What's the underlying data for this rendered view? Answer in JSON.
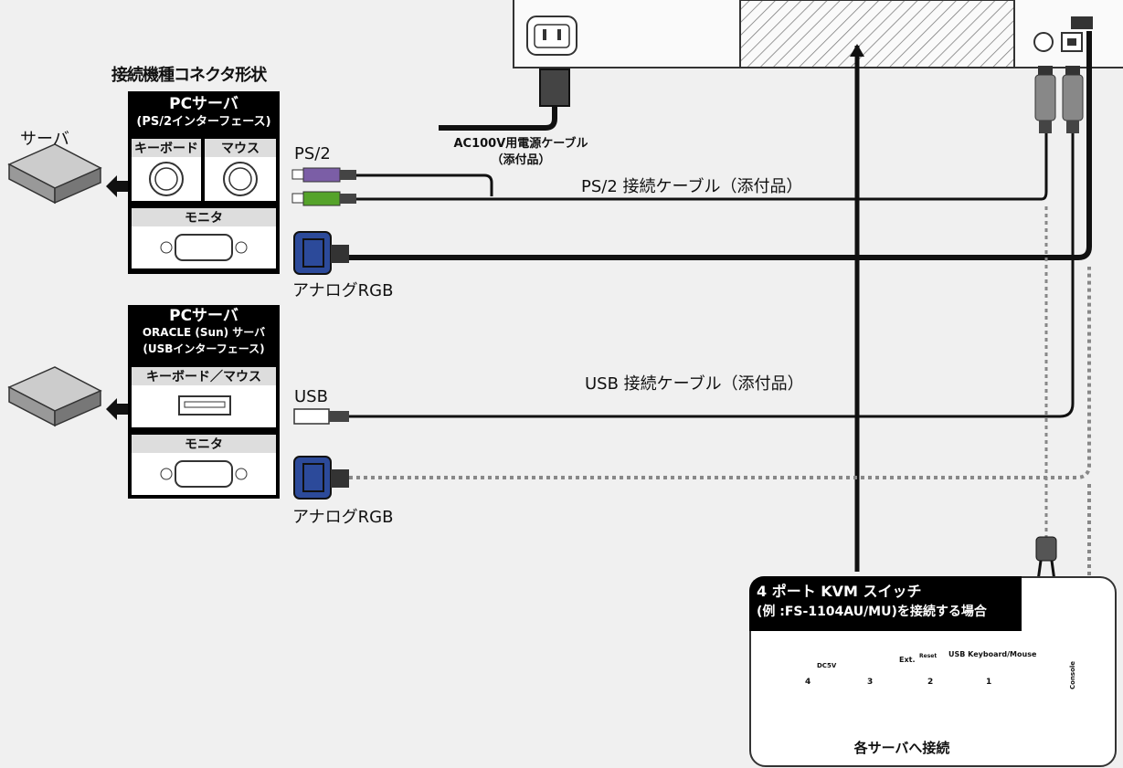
{
  "header": {
    "connector_title": "接続機種コネクタ形状"
  },
  "server_label": "サーバ",
  "panel_ps2": {
    "title_line1": "PCサーバ",
    "title_line2": "(PS/2インターフェース)",
    "keyboard": "キーボード",
    "mouse": "マウス",
    "monitor": "モニタ"
  },
  "panel_usb": {
    "title_line1": "PCサーバ",
    "title_line2": "ORACLE (Sun) サーバ",
    "title_line3": "(USBインターフェース)",
    "keyboard_mouse": "キーボード／マウス",
    "monitor": "モニタ"
  },
  "labels": {
    "ps2": "PS/2",
    "analog_rgb_1": "アナログRGB",
    "usb": "USB",
    "analog_rgb_2": "アナログRGB",
    "ps2_cable": "PS/2 接続ケーブル（添付品）",
    "usb_cable": "USB 接続ケーブル（添付品）",
    "power_cable_line1": "AC100V用電源ケーブル",
    "power_cable_line2": "（添付品）"
  },
  "kvm": {
    "title_line1": "4 ポート KVM スイッチ",
    "title_line2": "(例 :FS-1104AU/MU)を接続する場合",
    "dc_label": "DC5V",
    "ext_label": "Ext.",
    "reset_label": "Reset",
    "usb_km_label": "USB Keyboard/Mouse",
    "console_label": "Console",
    "ports": [
      "4",
      "3",
      "2",
      "1"
    ],
    "bottom_caption": "各サーバへ接続"
  },
  "colors": {
    "ps2_keyboard": "#7b5ea6",
    "ps2_mouse": "#55a32a",
    "vga_blue": "#2c4a9a",
    "cable": "#111111",
    "dotted": "#888888"
  }
}
